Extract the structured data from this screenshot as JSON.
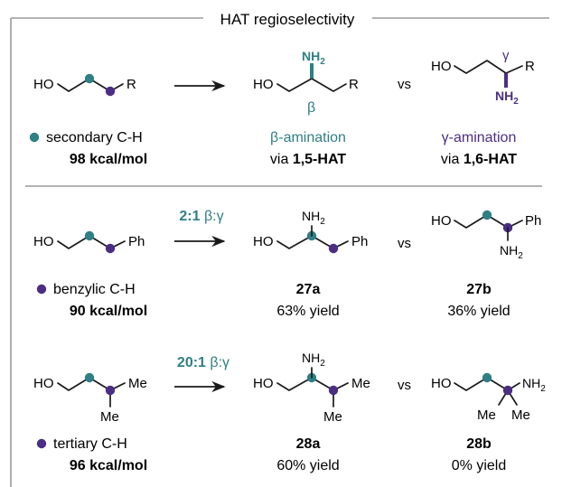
{
  "title": "HAT regioselectivity",
  "colors": {
    "teal": "#2f7f86",
    "purple": "#4b2e83",
    "frame": "#9a9a9a",
    "text": "#1a1a1a"
  },
  "labels": {
    "HO": "HO",
    "R": "R",
    "Ph": "Ph",
    "Me": "Me",
    "NH": "NH",
    "sub2": "2",
    "beta": "β",
    "gamma": "γ",
    "vs": "vs",
    "via": "via "
  },
  "section1": {
    "legend_text": "secondary C-H",
    "energy": "98 kcal/mol",
    "beta_title": "β-amination",
    "beta_via": "1,5-HAT",
    "gamma_title": "γ-amination",
    "gamma_via": "1,6-HAT"
  },
  "section2": {
    "ratio_num": "2:1",
    "ratio_sel": "β:γ",
    "legend_text": "benzylic C-H",
    "energy": "90 kcal/mol",
    "product_a_id": "27a",
    "product_a_yield": "63% yield",
    "product_b_id": "27b",
    "product_b_yield": "36% yield"
  },
  "section3": {
    "ratio_num": "20:1",
    "ratio_sel": "β:γ",
    "legend_text": "tertiary C-H",
    "energy": "96 kcal/mol",
    "product_a_id": "28a",
    "product_a_yield": "60% yield",
    "product_b_id": "28b",
    "product_b_yield": "0% yield"
  }
}
